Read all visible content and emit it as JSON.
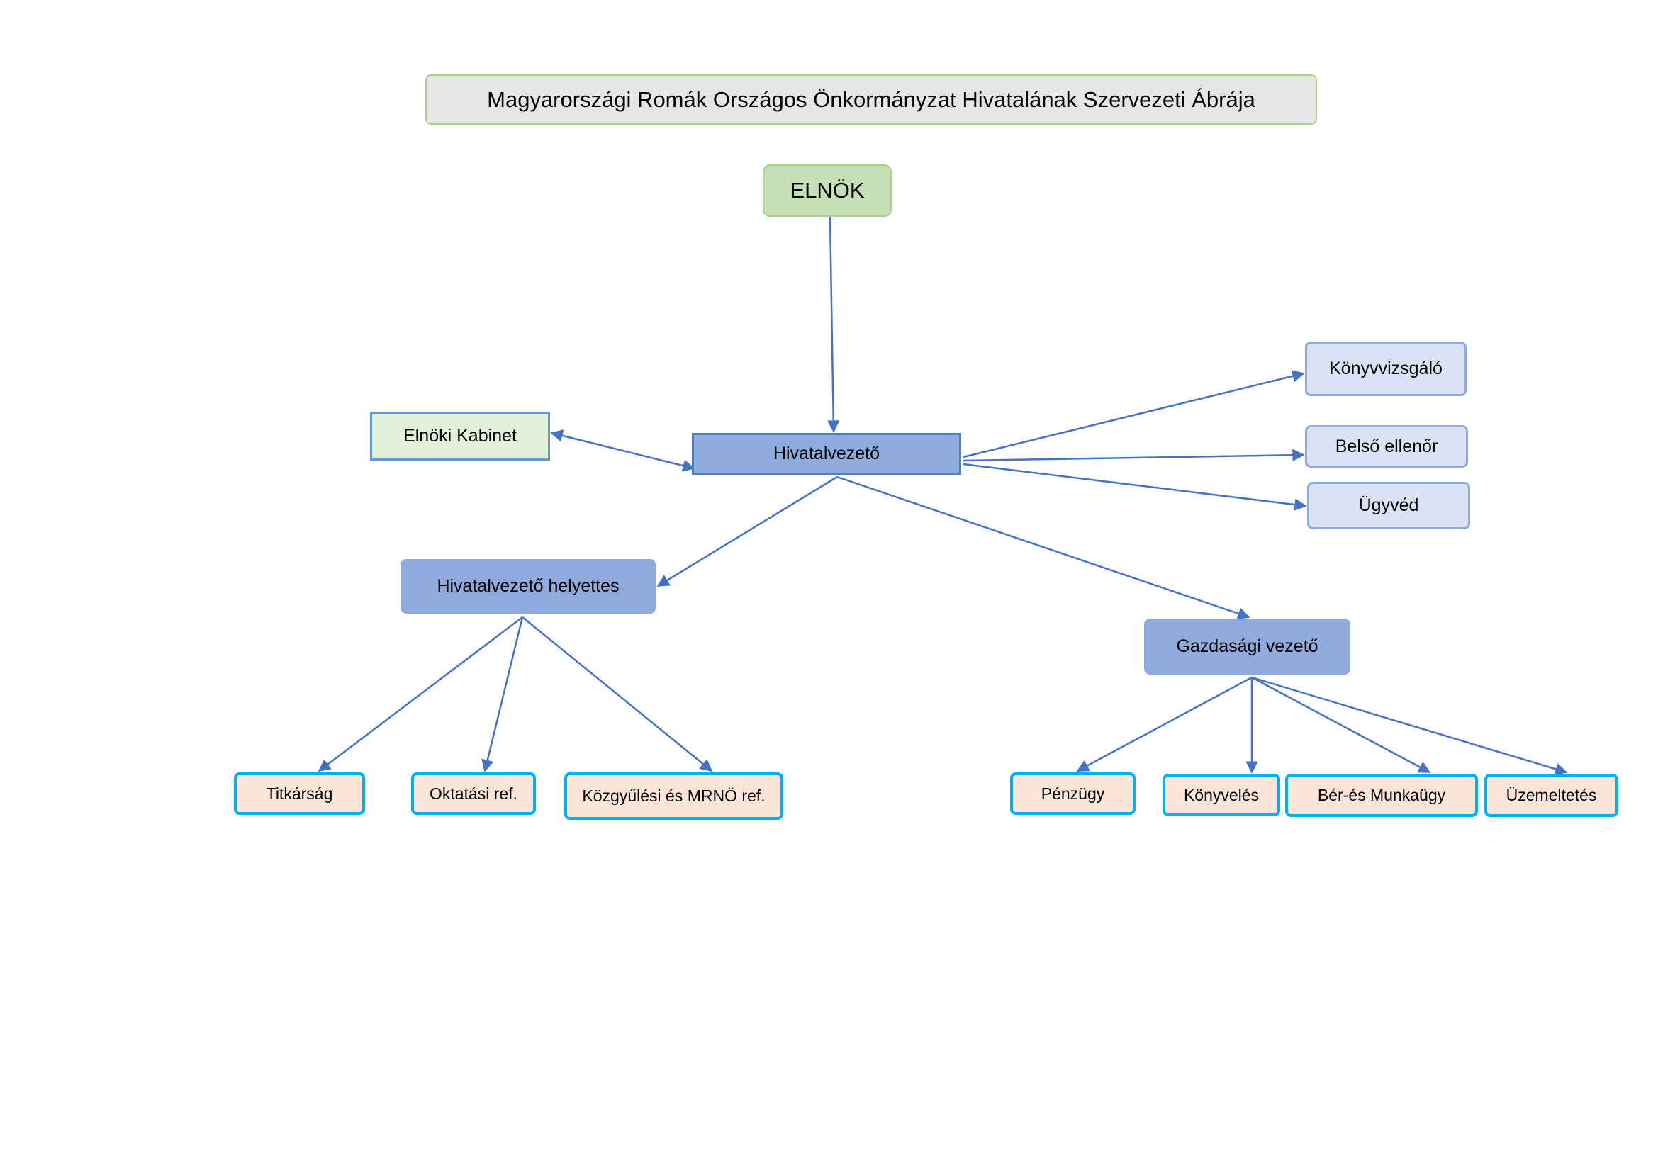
{
  "diagram": {
    "title": "Magyarországi Romák Országos Önkormányzat Hivatalának Szervezeti Ábrája",
    "nodes": {
      "elnok": "ELNÖK",
      "elnoki_kabinet": "Elnöki Kabinet",
      "hivatalvezeto": "Hivatalvezető",
      "konyvvizsgalo": "Könyvvizsgáló",
      "belso_ellenor": "Belső ellenőr",
      "ugyved": "Ügyvéd",
      "hivatalvezeto_helyettes": "Hivatalvezető helyettes",
      "gazdasagi_vezeto": "Gazdasági vezető",
      "titkarsag": "Titkárság",
      "oktatasi_ref": "Oktatási ref.",
      "kozgyulesi_ref": "Közgyűlési és MRNÖ ref.",
      "penzugy": "Pénzügy",
      "konyveles": "Könyvelés",
      "beres_munkaugy": "Bér-és Munkaügy",
      "uzemeltetes": "Üzemeltetés"
    },
    "edges": [
      {
        "from": "elnok",
        "to": "hivatalvezeto"
      },
      {
        "from": "hivatalvezeto",
        "to": "elnoki_kabinet",
        "bidirectional": true
      },
      {
        "from": "hivatalvezeto",
        "to": "konyvvizsgalo"
      },
      {
        "from": "hivatalvezeto",
        "to": "belso_ellenor"
      },
      {
        "from": "hivatalvezeto",
        "to": "ugyved"
      },
      {
        "from": "hivatalvezeto",
        "to": "hivatalvezeto_helyettes"
      },
      {
        "from": "hivatalvezeto",
        "to": "gazdasagi_vezeto"
      },
      {
        "from": "hivatalvezeto_helyettes",
        "to": "titkarsag"
      },
      {
        "from": "hivatalvezeto_helyettes",
        "to": "oktatasi_ref"
      },
      {
        "from": "hivatalvezeto_helyettes",
        "to": "kozgyulesi_ref"
      },
      {
        "from": "gazdasagi_vezeto",
        "to": "penzugy"
      },
      {
        "from": "gazdasagi_vezeto",
        "to": "konyveles"
      },
      {
        "from": "gazdasagi_vezeto",
        "to": "beres_munkaugy"
      },
      {
        "from": "gazdasagi_vezeto",
        "to": "uzemeltetes"
      }
    ],
    "colors": {
      "connector": "#4472c4",
      "top_level_fill": "#c5e0b4",
      "manager_fill": "#8faadc",
      "staff_fill": "#dae3f3",
      "unit_fill": "#fbe5d6",
      "unit_border": "#00b0f0"
    }
  }
}
